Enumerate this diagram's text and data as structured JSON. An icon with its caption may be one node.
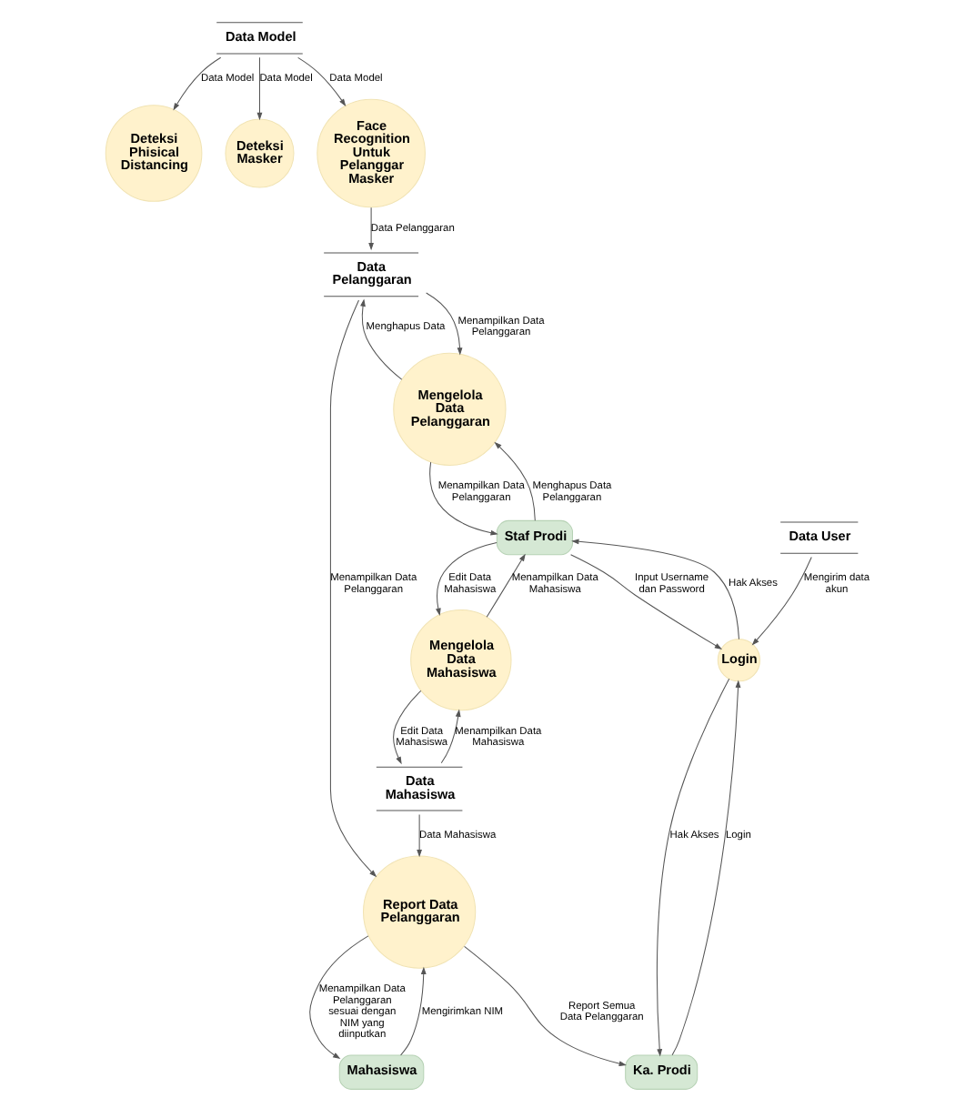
{
  "diagram": {
    "nodes": [
      {
        "text": [
          "Data Model"
        ]
      },
      {
        "text": [
          "Deteksi Phisical Distancing"
        ]
      },
      {
        "text": [
          "Deteksi Masker"
        ]
      },
      {
        "text": [
          "Login"
        ]
      },
      {
        "text": [
          "Face Recognition Untuk Pelanggar Masker"
        ]
      },
      {
        "text": [
          "Data User"
        ]
      },
      {
        "text": [
          "Mengelola Data Pelanggaran"
        ]
      },
      {
        "text": [
          "Data Pelanggaran"
        ]
      },
      {
        "text": [
          "Staf Prodi"
        ]
      },
      {
        "text": [
          "Mengelola Data Mahasiswa"
        ]
      },
      {
        "text": [
          "Data Mahasiswa"
        ]
      },
      {
        "text": [
          "Mahasiswa"
        ]
      },
      {
        "text": [
          "Report Data Pelanggaran"
        ]
      },
      {
        "text": [
          "Ka. Prodi"
        ]
      }
    ],
    "edges": [
      {
        "from": 0,
        "to": 1,
        "arrow": "to",
        "label": "Data Model"
      },
      {
        "from": 0,
        "to": 2,
        "arrow": "to",
        "label": "Data Model"
      },
      {
        "from": 0,
        "to": 4,
        "arrow": "to",
        "label": "Data Model"
      },
      {
        "from": 4,
        "to": 7,
        "arrow": "to",
        "label": "Data Pelanggaran"
      },
      {
        "from": 5,
        "to": 3,
        "arrow": "to",
        "label": "Mengirim data akun"
      },
      {
        "from": 3,
        "to": 8,
        "arrow": "to",
        "label": "Hak Akses"
      },
      {
        "from": 6,
        "to": 8,
        "arrow": "to",
        "label": "Menampilkan Data Pelanggaran"
      },
      {
        "from": 7,
        "to": 6,
        "arrow": "to",
        "label": "Menampilkan Data Pelanggaran"
      },
      {
        "from": 8,
        "to": 3,
        "arrow": "to",
        "label": "Input Username dan Password"
      },
      {
        "from": 8,
        "to": 6,
        "arrow": "to",
        "label": "Menghapus Data Pelanggaran"
      },
      {
        "from": 6,
        "to": 7,
        "arrow": "to",
        "label": "Menghapus Data"
      },
      {
        "from": 8,
        "to": 9,
        "arrow": "to",
        "label": "Edit Data Mahasiswa"
      },
      {
        "from": 9,
        "to": 8,
        "arrow": "to",
        "label": "Menampilkan Data Mahasiswa"
      },
      {
        "from": 9,
        "to": 10,
        "arrow": "to",
        "label": "Edit Data Mahasiswa"
      },
      {
        "from": 10,
        "to": 9,
        "arrow": "to",
        "label": "Menampilkan Data Mahasiswa"
      },
      {
        "from": 11,
        "to": 12,
        "arrow": "to",
        "label": "Mengirimkan NIM"
      },
      {
        "from": 12,
        "to": 11,
        "arrow": "to",
        "label": "Menampilkan Data Pelanggaran sesuai dengan NIM yang diinputkan"
      },
      {
        "from": 7,
        "to": 12,
        "arrow": "to",
        "label": "Menampilkan Data Pelanggaran"
      },
      {
        "from": 10,
        "to": 12,
        "arrow": "to",
        "label": "Data Mahasiswa"
      },
      {
        "from": 12,
        "to": 13,
        "arrow": "to",
        "label": "Report Semua Data Pelanggaran"
      },
      {
        "from": 13,
        "to": 3,
        "arrow": "to",
        "label": "Login"
      },
      {
        "from": 3,
        "to": 13,
        "arrow": "to",
        "label": "Hak Akses"
      }
    ]
  }
}
